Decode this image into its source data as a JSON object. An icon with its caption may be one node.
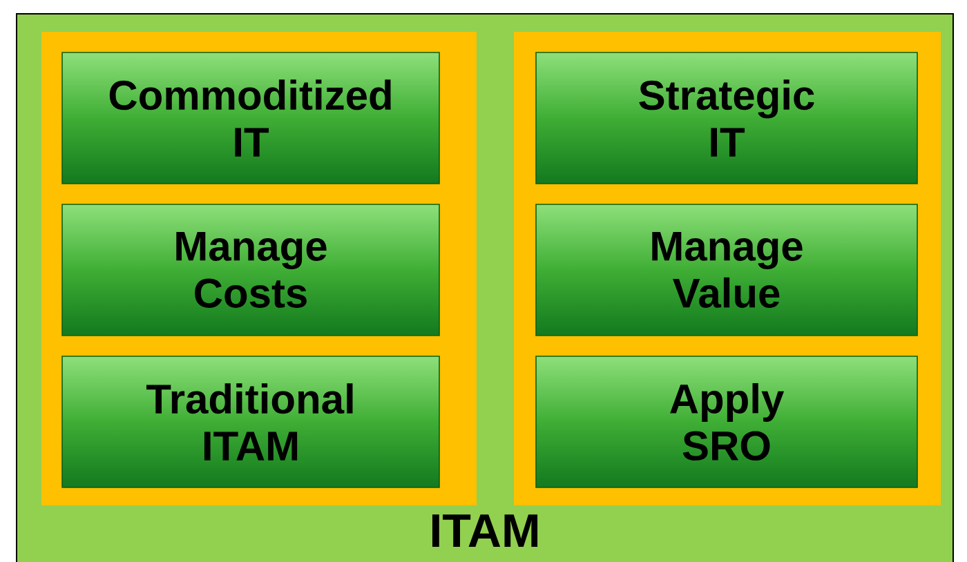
{
  "diagram": {
    "nodes": [
      {
        "text": [
          "ITAM"
        ]
      },
      {
        "text": [],
        "shape": "box",
        "in": 0
      },
      {
        "text": [
          "Commoditized IT"
        ],
        "in": 1
      },
      {
        "text": [
          "Manage Costs"
        ],
        "in": 1
      },
      {
        "text": [
          "Traditional ITAM"
        ],
        "in": 1
      },
      {
        "text": [],
        "shape": "box",
        "in": 0
      },
      {
        "text": [
          "Strategic IT"
        ],
        "in": 5
      },
      {
        "text": [
          "Manage Value"
        ],
        "in": 5
      },
      {
        "text": [
          "Apply SRO"
        ],
        "in": 5
      }
    ]
  }
}
